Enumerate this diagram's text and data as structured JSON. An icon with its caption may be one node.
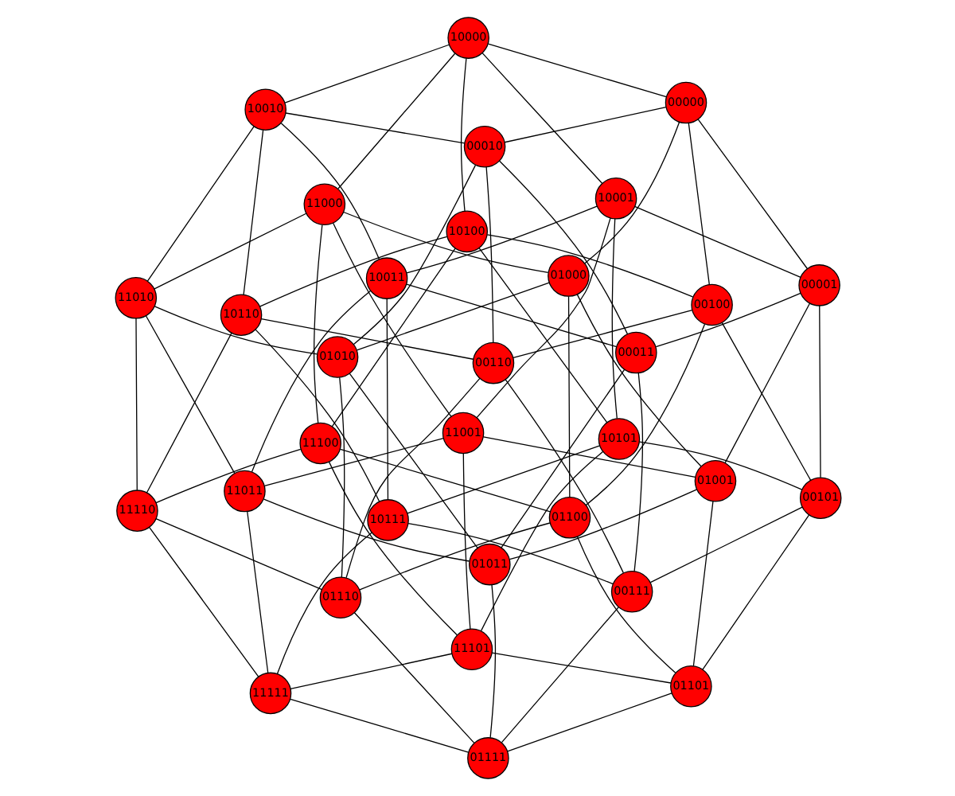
{
  "diagram": {
    "nodes": [
      {
        "text": [
          "01111"
        ]
      },
      {
        "text": [
          "11111"
        ]
      },
      {
        "text": [
          "00111"
        ]
      },
      {
        "text": [
          "10111"
        ]
      },
      {
        "text": [
          "01110"
        ]
      },
      {
        "text": [
          "11110"
        ]
      },
      {
        "text": [
          "01011"
        ]
      },
      {
        "text": [
          "01101"
        ]
      },
      {
        "text": [
          "11011"
        ]
      },
      {
        "text": [
          "11101"
        ]
      },
      {
        "text": [
          "00110"
        ]
      },
      {
        "text": [
          "10110"
        ]
      },
      {
        "text": [
          "00011"
        ]
      },
      {
        "text": [
          "00101"
        ]
      },
      {
        "text": [
          "10011"
        ]
      },
      {
        "text": [
          "10101"
        ]
      },
      {
        "text": [
          "01010"
        ]
      },
      {
        "text": [
          "01100"
        ]
      },
      {
        "text": [
          "11010"
        ]
      },
      {
        "text": [
          "11100"
        ]
      },
      {
        "text": [
          "01001"
        ]
      },
      {
        "text": [
          "11001"
        ]
      },
      {
        "text": [
          "00010"
        ]
      },
      {
        "text": [
          "00100"
        ]
      },
      {
        "text": [
          "10010"
        ]
      },
      {
        "text": [
          "10100"
        ]
      },
      {
        "text": [
          "00001"
        ]
      },
      {
        "text": [
          "10001"
        ]
      },
      {
        "text": [
          "01000"
        ]
      },
      {
        "text": [
          "11000"
        ]
      },
      {
        "text": [
          "00000"
        ]
      },
      {
        "text": [
          "10000"
        ]
      }
    ],
    "edges": [
      {
        "from": 30,
        "to": 26,
        "arrow": "none"
      },
      {
        "from": 30,
        "to": 22,
        "arrow": "none"
      },
      {
        "from": 30,
        "to": 23,
        "arrow": "none"
      },
      {
        "from": 30,
        "to": 28,
        "arrow": "none"
      },
      {
        "from": 30,
        "to": 31,
        "arrow": "none"
      },
      {
        "from": 26,
        "to": 12,
        "arrow": "none"
      },
      {
        "from": 26,
        "to": 13,
        "arrow": "none"
      },
      {
        "from": 26,
        "to": 20,
        "arrow": "none"
      },
      {
        "from": 26,
        "to": 27,
        "arrow": "none"
      },
      {
        "from": 22,
        "to": 12,
        "arrow": "none"
      },
      {
        "from": 22,
        "to": 10,
        "arrow": "none"
      },
      {
        "from": 22,
        "to": 16,
        "arrow": "none"
      },
      {
        "from": 22,
        "to": 24,
        "arrow": "none"
      },
      {
        "from": 12,
        "to": 2,
        "arrow": "none"
      },
      {
        "from": 12,
        "to": 6,
        "arrow": "none"
      },
      {
        "from": 12,
        "to": 14,
        "arrow": "none"
      },
      {
        "from": 23,
        "to": 13,
        "arrow": "none"
      },
      {
        "from": 23,
        "to": 10,
        "arrow": "none"
      },
      {
        "from": 23,
        "to": 17,
        "arrow": "none"
      },
      {
        "from": 23,
        "to": 25,
        "arrow": "none"
      },
      {
        "from": 13,
        "to": 2,
        "arrow": "none"
      },
      {
        "from": 13,
        "to": 7,
        "arrow": "none"
      },
      {
        "from": 13,
        "to": 15,
        "arrow": "none"
      },
      {
        "from": 10,
        "to": 2,
        "arrow": "none"
      },
      {
        "from": 10,
        "to": 4,
        "arrow": "none"
      },
      {
        "from": 10,
        "to": 11,
        "arrow": "none"
      },
      {
        "from": 2,
        "to": 0,
        "arrow": "none"
      },
      {
        "from": 2,
        "to": 3,
        "arrow": "none"
      },
      {
        "from": 28,
        "to": 20,
        "arrow": "none"
      },
      {
        "from": 28,
        "to": 16,
        "arrow": "none"
      },
      {
        "from": 28,
        "to": 17,
        "arrow": "none"
      },
      {
        "from": 28,
        "to": 29,
        "arrow": "none"
      },
      {
        "from": 20,
        "to": 6,
        "arrow": "none"
      },
      {
        "from": 20,
        "to": 7,
        "arrow": "none"
      },
      {
        "from": 20,
        "to": 21,
        "arrow": "none"
      },
      {
        "from": 16,
        "to": 6,
        "arrow": "none"
      },
      {
        "from": 16,
        "to": 4,
        "arrow": "none"
      },
      {
        "from": 16,
        "to": 18,
        "arrow": "none"
      },
      {
        "from": 6,
        "to": 0,
        "arrow": "none"
      },
      {
        "from": 6,
        "to": 8,
        "arrow": "none"
      },
      {
        "from": 17,
        "to": 7,
        "arrow": "none"
      },
      {
        "from": 17,
        "to": 4,
        "arrow": "none"
      },
      {
        "from": 17,
        "to": 19,
        "arrow": "none"
      },
      {
        "from": 7,
        "to": 0,
        "arrow": "none"
      },
      {
        "from": 7,
        "to": 9,
        "arrow": "none"
      },
      {
        "from": 4,
        "to": 0,
        "arrow": "none"
      },
      {
        "from": 4,
        "to": 5,
        "arrow": "none"
      },
      {
        "from": 0,
        "to": 1,
        "arrow": "none"
      },
      {
        "from": 31,
        "to": 27,
        "arrow": "none"
      },
      {
        "from": 31,
        "to": 24,
        "arrow": "none"
      },
      {
        "from": 31,
        "to": 25,
        "arrow": "none"
      },
      {
        "from": 31,
        "to": 29,
        "arrow": "none"
      },
      {
        "from": 27,
        "to": 14,
        "arrow": "none"
      },
      {
        "from": 27,
        "to": 15,
        "arrow": "none"
      },
      {
        "from": 27,
        "to": 21,
        "arrow": "none"
      },
      {
        "from": 24,
        "to": 14,
        "arrow": "none"
      },
      {
        "from": 24,
        "to": 11,
        "arrow": "none"
      },
      {
        "from": 24,
        "to": 18,
        "arrow": "none"
      },
      {
        "from": 14,
        "to": 3,
        "arrow": "none"
      },
      {
        "from": 14,
        "to": 8,
        "arrow": "none"
      },
      {
        "from": 25,
        "to": 15,
        "arrow": "none"
      },
      {
        "from": 25,
        "to": 11,
        "arrow": "none"
      },
      {
        "from": 25,
        "to": 19,
        "arrow": "none"
      },
      {
        "from": 15,
        "to": 3,
        "arrow": "none"
      },
      {
        "from": 15,
        "to": 9,
        "arrow": "none"
      },
      {
        "from": 11,
        "to": 3,
        "arrow": "none"
      },
      {
        "from": 11,
        "to": 5,
        "arrow": "none"
      },
      {
        "from": 3,
        "to": 1,
        "arrow": "none"
      },
      {
        "from": 29,
        "to": 21,
        "arrow": "none"
      },
      {
        "from": 29,
        "to": 18,
        "arrow": "none"
      },
      {
        "from": 29,
        "to": 19,
        "arrow": "none"
      },
      {
        "from": 21,
        "to": 8,
        "arrow": "none"
      },
      {
        "from": 21,
        "to": 9,
        "arrow": "none"
      },
      {
        "from": 18,
        "to": 8,
        "arrow": "none"
      },
      {
        "from": 18,
        "to": 5,
        "arrow": "none"
      },
      {
        "from": 8,
        "to": 1,
        "arrow": "none"
      },
      {
        "from": 19,
        "to": 9,
        "arrow": "none"
      },
      {
        "from": 19,
        "to": 5,
        "arrow": "none"
      },
      {
        "from": 9,
        "to": 1,
        "arrow": "none"
      },
      {
        "from": 5,
        "to": 1,
        "arrow": "none"
      }
    ]
  }
}
